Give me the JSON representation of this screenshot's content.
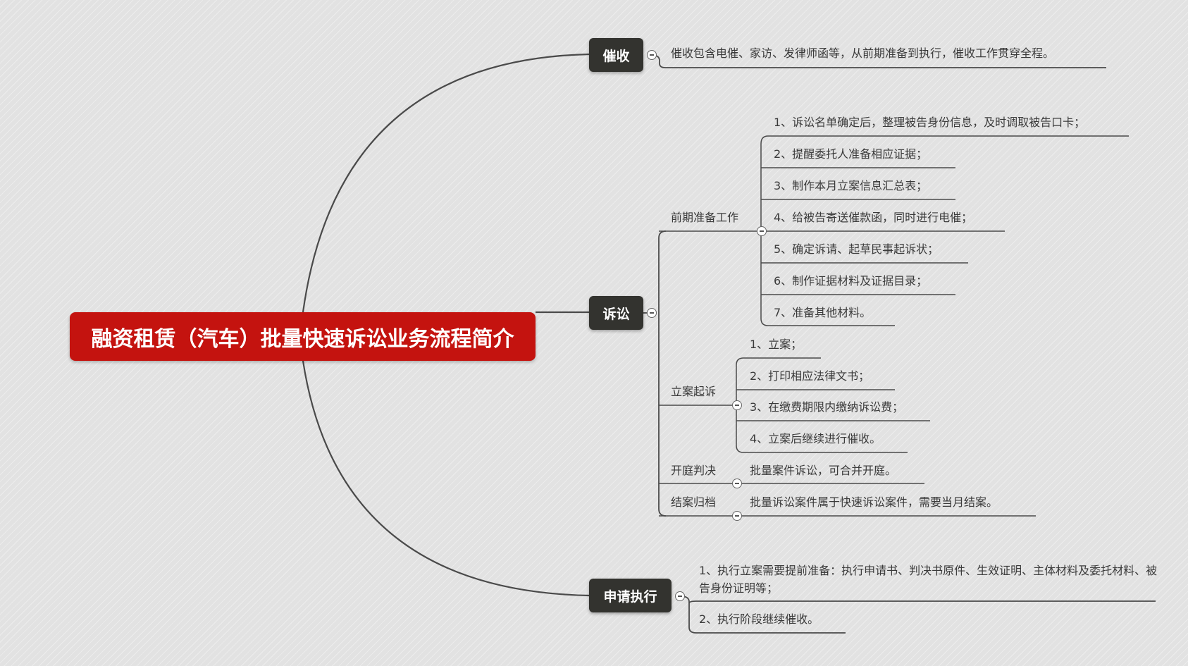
{
  "root": {
    "title": "融资租赁（汽车）批量快速诉讼业务流程简介"
  },
  "branches": {
    "collection": {
      "label": "催收",
      "note": "催收包含电催、家访、发律师函等，从前期准备到执行，催收工作贯穿全程。"
    },
    "litigation": {
      "label": "诉讼",
      "prep": {
        "label": "前期准备工作",
        "items": [
          "1、诉讼名单确定后，整理被告身份信息，及时调取被告口卡；",
          "2、提醒委托人准备相应证据；",
          "3、制作本月立案信息汇总表；",
          "4、给被告寄送催款函，同时进行电催；",
          "5、确定诉请、起草民事起诉状；",
          "6、制作证据材料及证据目录；",
          "7、准备其他材料。"
        ]
      },
      "filing": {
        "label": "立案起诉",
        "items": [
          "1、立案；",
          "2、打印相应法律文书；",
          "3、在缴费期限内缴纳诉讼费；",
          "4、立案后继续进行催收。"
        ]
      },
      "trial": {
        "label": "开庭判决",
        "note": "批量案件诉讼，可合并开庭。"
      },
      "closing": {
        "label": "结案归档",
        "note": "批量诉讼案件属于快速诉讼案件，需要当月结案。"
      }
    },
    "execution": {
      "label": "申请执行",
      "items": [
        "1、执行立案需要提前准备：执行申请书、判决书原件、生效证明、主体材料及委托材料、被告身份证明等；",
        "2、执行阶段继续催收。"
      ]
    }
  },
  "colors": {
    "root_fill": "#c4130f",
    "node_fill": "#33332f",
    "line": "#4a4a4a",
    "background": "#e2e2e2"
  }
}
